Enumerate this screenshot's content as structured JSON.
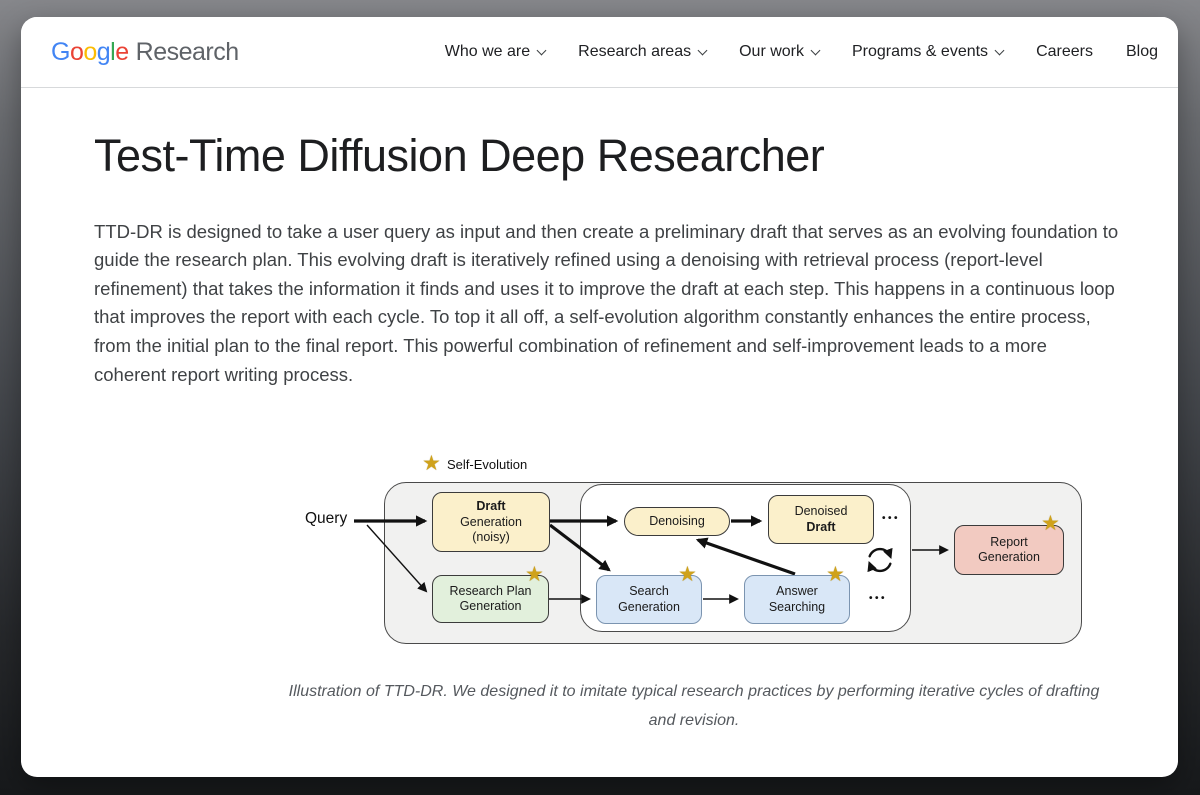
{
  "header": {
    "logo": {
      "letters": [
        {
          "ch": "G",
          "color": "#4285F4"
        },
        {
          "ch": "o",
          "color": "#EA4335"
        },
        {
          "ch": "o",
          "color": "#FBBC04"
        },
        {
          "ch": "g",
          "color": "#4285F4"
        },
        {
          "ch": "l",
          "color": "#34A853"
        },
        {
          "ch": "e",
          "color": "#EA4335"
        }
      ],
      "suffix": "Research"
    },
    "nav": [
      {
        "label": "Who we are",
        "chevron": true
      },
      {
        "label": "Research areas",
        "chevron": true
      },
      {
        "label": "Our work",
        "chevron": true
      },
      {
        "label": "Programs & events",
        "chevron": true
      },
      {
        "label": "Careers",
        "chevron": false
      },
      {
        "label": "Blog",
        "chevron": false
      }
    ]
  },
  "article": {
    "title": "Test-Time Diffusion Deep Researcher",
    "intro": "TTD-DR is designed to take a user query as input and then create a preliminary draft that serves as an evolving foundation to guide the research plan. This evolving draft is iteratively refined using a denoising with retrieval process (report-level refinement) that takes the information it finds and uses it to improve the draft at each step. This happens in a continuous loop that improves the report with each cycle. To top it all off, a self-evolution algorithm constantly enhances the entire process, from the initial plan to the final report. This powerful combination of refinement and self-improvement leads to a more coherent report writing process.",
    "caption": "Illustration of TTD-DR. We designed it to imitate typical research practices by performing iterative cycles of drafting and revision."
  },
  "diagram": {
    "legend_label": "Self-Evolution",
    "query_label": "Query",
    "ellipsis": "•••",
    "nodes": {
      "draft_generation": {
        "line1": "Draft",
        "line2": "Generation",
        "line3": "(noisy)",
        "color": "#FBF0CB"
      },
      "research_plan_generation": {
        "line1": "Research Plan",
        "line2": "Generation",
        "color": "#E2F0DC"
      },
      "denoising": {
        "label": "Denoising",
        "color": "#FBF0CB"
      },
      "denoised_draft": {
        "line1": "Denoised",
        "line2": "Draft",
        "color": "#FBF0CB"
      },
      "search_generation": {
        "line1": "Search",
        "line2": "Generation",
        "color": "#D9E7F7"
      },
      "answer_searching": {
        "line1": "Answer",
        "line2": "Searching",
        "color": "#D9E7F7"
      },
      "report_generation": {
        "line1": "Report",
        "line2": "Generation",
        "color": "#F2CAC1"
      }
    },
    "colors": {
      "star": "#CFA21C",
      "outer_fill": "#F1F1F0",
      "inner_fill": "#FFFFFF",
      "arrow": "#111111"
    }
  }
}
